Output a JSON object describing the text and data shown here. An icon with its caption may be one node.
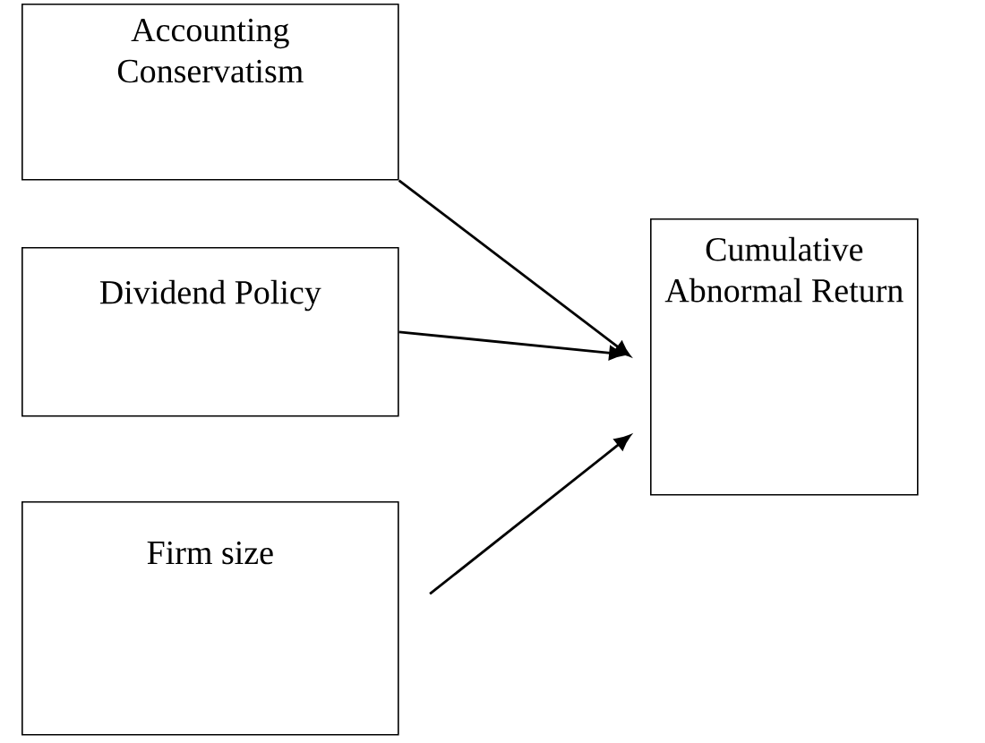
{
  "diagram": {
    "nodes": [
      {
        "text": [
          "Accounting Conservatism"
        ]
      },
      {
        "text": [
          "Dividend Policy"
        ]
      },
      {
        "text": [
          "Firm size"
        ]
      },
      {
        "text": [
          "Cumulative Abnormal Return"
        ]
      }
    ],
    "edges": [
      {
        "from": 0,
        "to": 3,
        "arrow": "to"
      },
      {
        "from": 1,
        "to": 3,
        "arrow": "to"
      },
      {
        "from": 2,
        "to": 3,
        "arrow": "to"
      }
    ]
  }
}
